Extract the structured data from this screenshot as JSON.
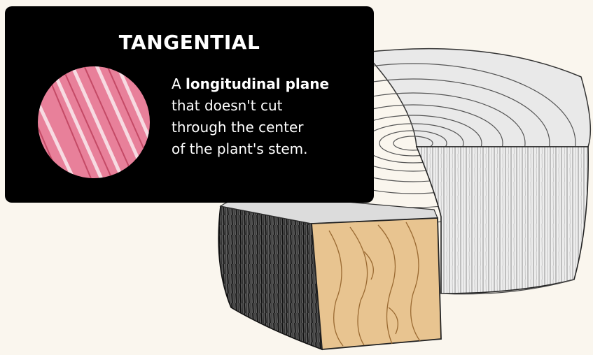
{
  "card": {
    "title": "TANGENTIAL",
    "desc_prefix": "A ",
    "desc_bold": "longitudinal plane",
    "desc_line2": "that doesn't cut",
    "desc_line3": "through the center",
    "desc_line4": "of the plant's stem."
  },
  "colors": {
    "background": "#faf6ee",
    "card": "#000000",
    "tangential_face": "#e8c490",
    "micrograph": "#e8809a"
  },
  "icons": {
    "micrograph": "micrograph-icon",
    "log": "wood-log-icon"
  }
}
